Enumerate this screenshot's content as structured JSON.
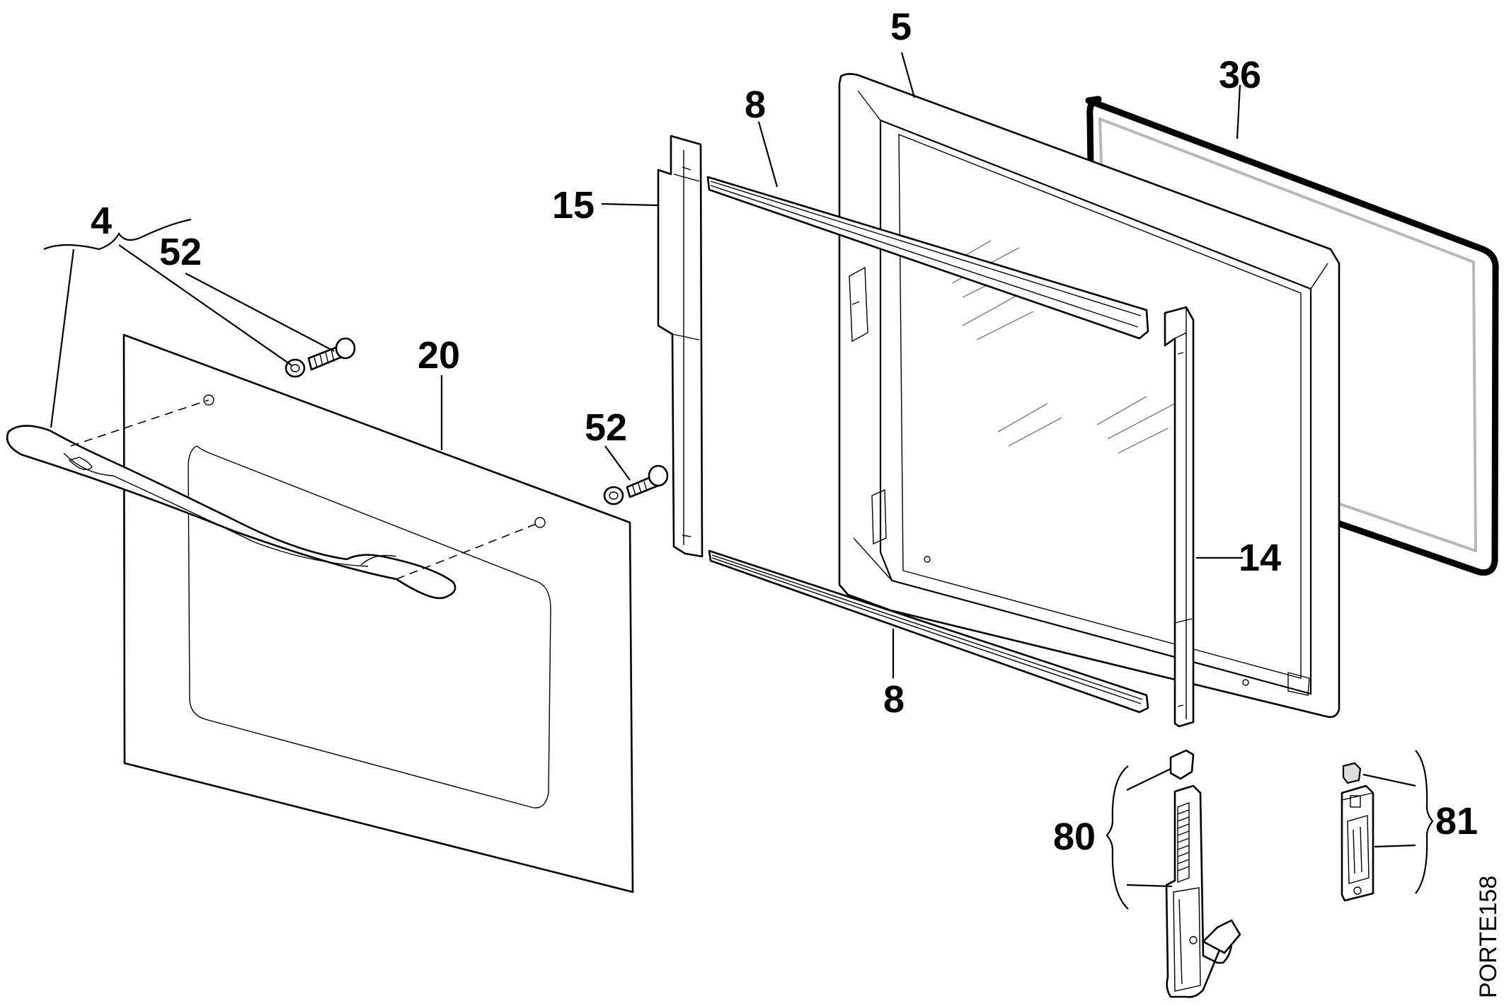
{
  "diagram": {
    "callouts": {
      "p4": "4",
      "p52a": "52",
      "p20": "20",
      "p52b": "52",
      "p15": "15",
      "p8top": "8",
      "p5": "5",
      "p36": "36",
      "p14": "14",
      "p8bottom": "8",
      "p80": "80",
      "p81": "81"
    },
    "drawing_code": "PORTE158"
  }
}
